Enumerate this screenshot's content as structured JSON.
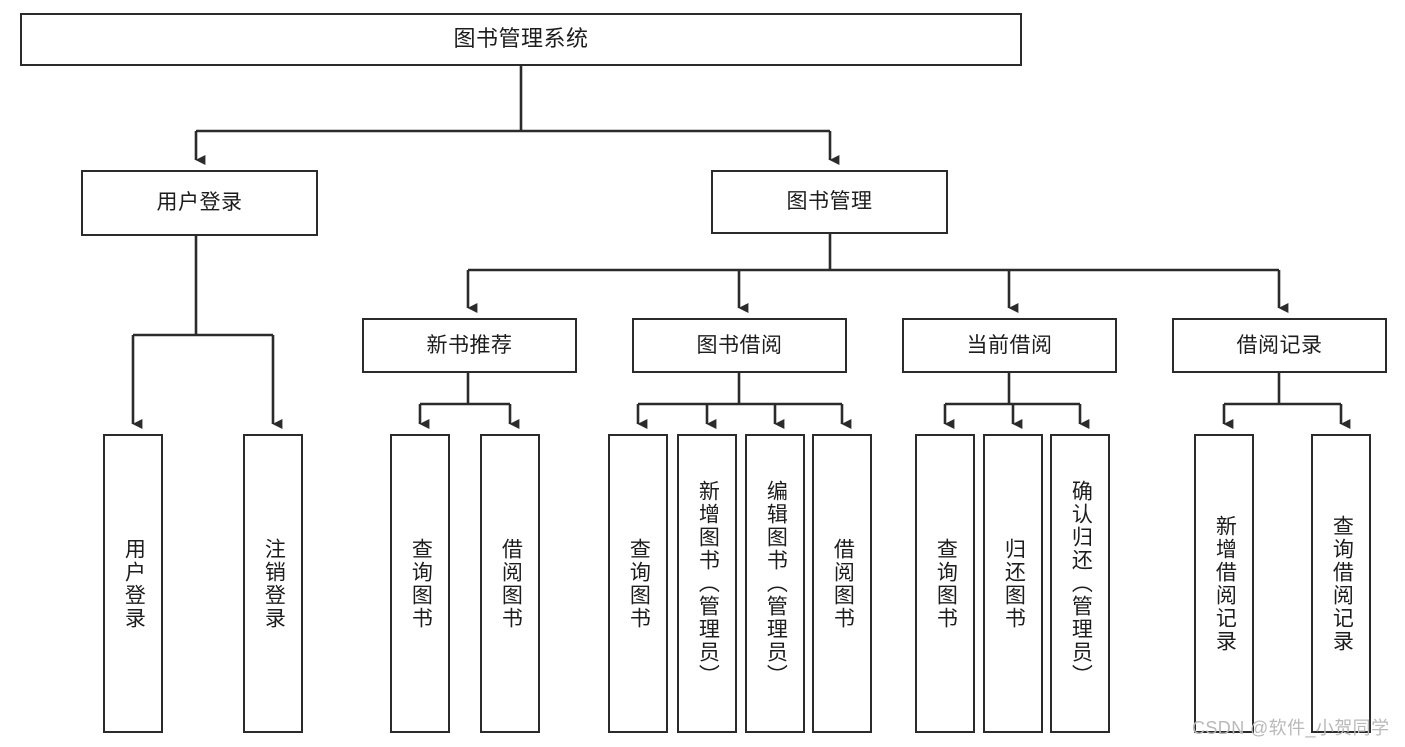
{
  "diagram": {
    "title": "图书管理系统",
    "type": "tree-hierarchy",
    "root": {
      "label": "图书管理系统"
    },
    "level2": [
      {
        "label": "用户登录"
      },
      {
        "label": "图书管理"
      }
    ],
    "level3": [
      {
        "label": "新书推荐"
      },
      {
        "label": "图书借阅"
      },
      {
        "label": "当前借阅"
      },
      {
        "label": "借阅记录"
      }
    ],
    "leaves": {
      "user_login": [
        {
          "label": "用户登录"
        },
        {
          "label": "注销登录"
        }
      ],
      "new_book_recommend": [
        {
          "label": "查询图书"
        },
        {
          "label": "借阅图书"
        }
      ],
      "book_borrow": [
        {
          "label": "查询图书"
        },
        {
          "label": "新增图书（管理员）"
        },
        {
          "label": "编辑图书（管理员）"
        },
        {
          "label": "借阅图书"
        }
      ],
      "current_borrow": [
        {
          "label": "查询图书"
        },
        {
          "label": "归还图书"
        },
        {
          "label": "确认归还（管理员）"
        }
      ],
      "borrow_records": [
        {
          "label": "新增借阅记录"
        },
        {
          "label": "查询借阅记录"
        }
      ]
    }
  },
  "watermark": {
    "text": "CSDN @软件_小贺同学"
  },
  "colors": {
    "stroke": "#2b2b2b",
    "background": "#ffffff",
    "text": "#1d1d1d",
    "watermark": "#b9b9b9"
  }
}
